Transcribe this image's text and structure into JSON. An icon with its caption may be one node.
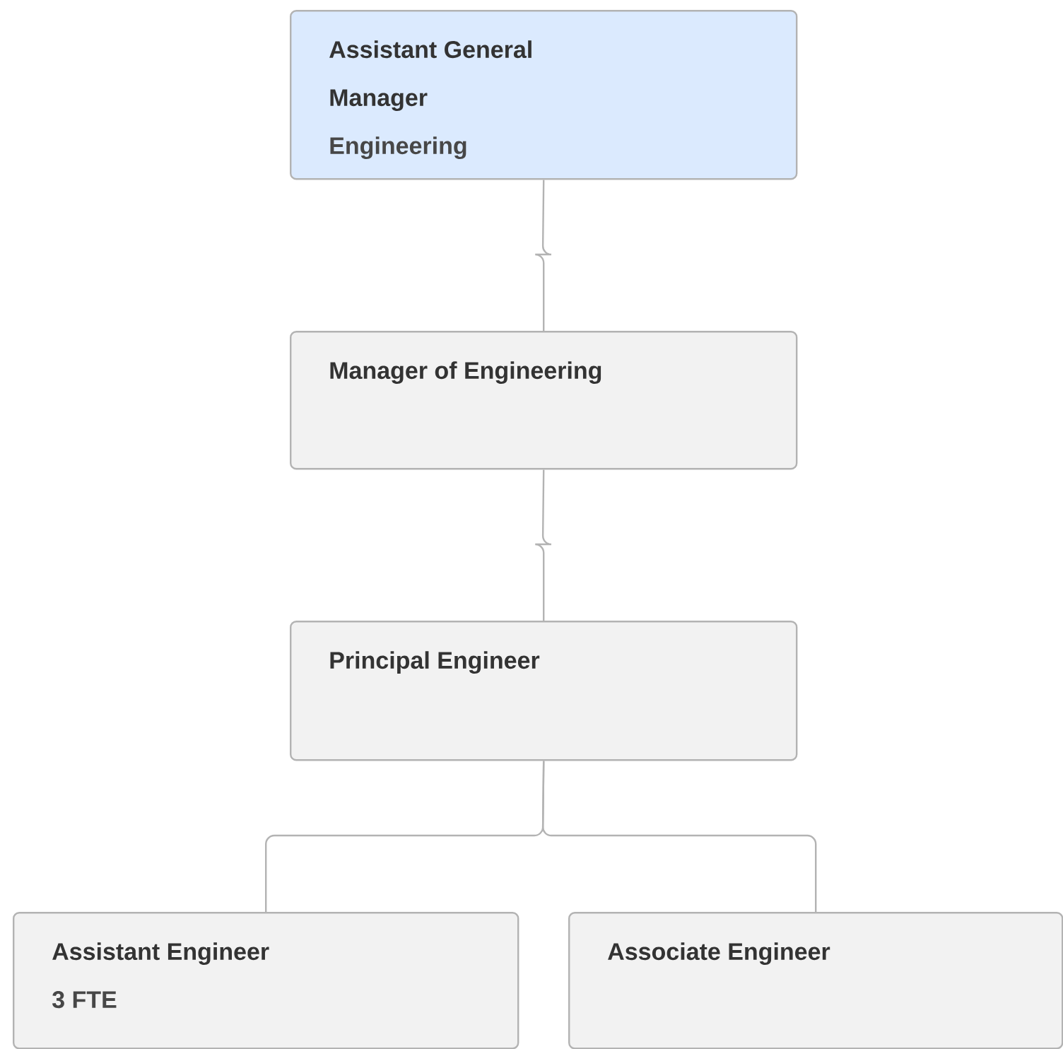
{
  "diagram": {
    "nodes": [
      {
        "text": [
          "Assistant General Manager",
          "Engineering"
        ]
      },
      {
        "text": [
          "Manager of Engineering"
        ]
      },
      {
        "text": [
          "Principal Engineer"
        ]
      },
      {
        "text": [
          "Assistant Engineer",
          "3 FTE"
        ]
      },
      {
        "text": [
          "Associate Engineer"
        ]
      }
    ],
    "edges": [
      {
        "from": 0,
        "to": 1,
        "arrow": "none"
      },
      {
        "from": 1,
        "to": 2,
        "arrow": "none"
      },
      {
        "from": 2,
        "to": 3,
        "arrow": "none"
      },
      {
        "from": 2,
        "to": 4,
        "arrow": "none"
      }
    ]
  }
}
